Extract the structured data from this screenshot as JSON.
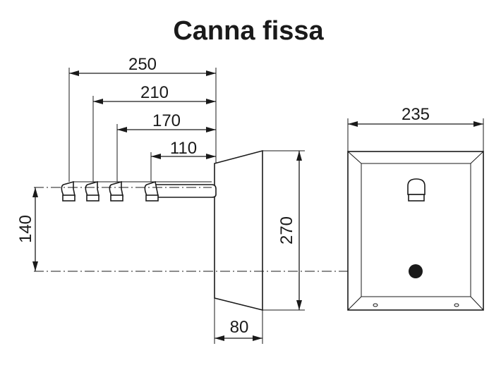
{
  "title": "Canna fissa",
  "dimensions": {
    "d250": "250",
    "d210": "210",
    "d170": "170",
    "d110": "110",
    "d140": "140",
    "d270": "270",
    "d80": "80",
    "d235": "235"
  },
  "colors": {
    "line": "#1a1a1a",
    "background": "#ffffff"
  }
}
